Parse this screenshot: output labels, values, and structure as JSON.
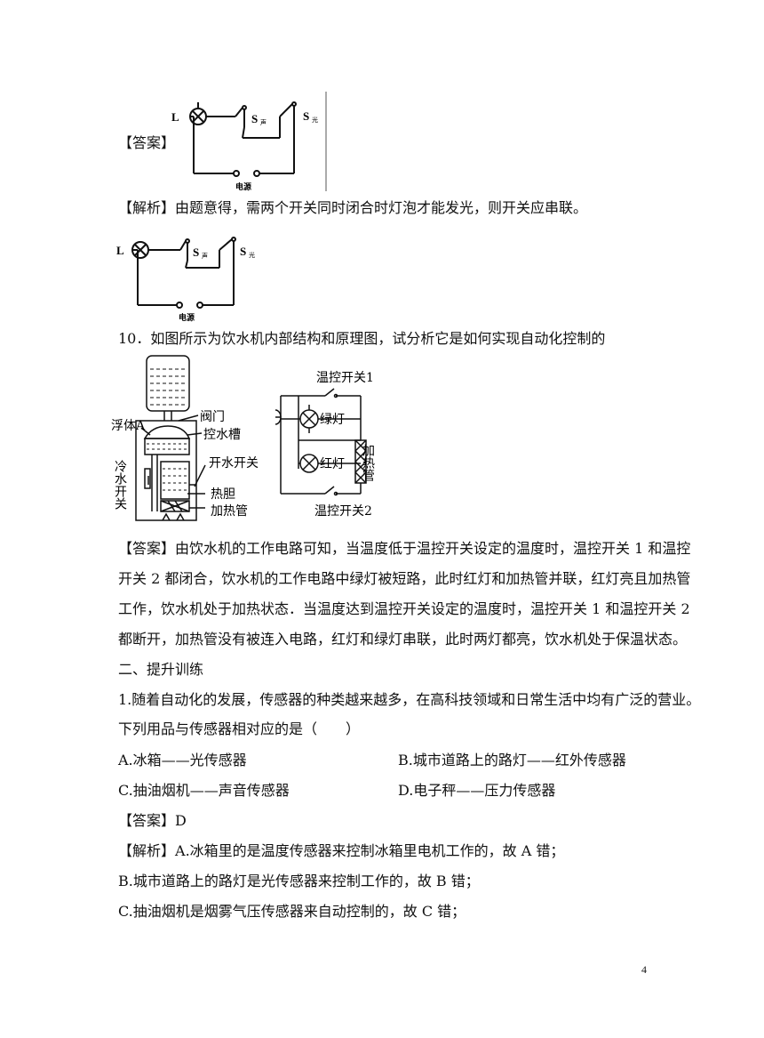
{
  "q9": {
    "answer_label": "【答案】",
    "analysis_label": "【解析】",
    "analysis_text": "由题意得，需两个开关同时闭合时灯泡才能发光，则开关应串联。",
    "circuit": {
      "lamp": "L",
      "s_sound": "S",
      "s_sound_sub": "声",
      "s_light": "S",
      "s_light_sub": "光",
      "source": "电源"
    }
  },
  "q10": {
    "number": "10",
    "question": "．如图所示为饮水机内部结构和原理图，试分析它是如何实现自动化控制的",
    "structure": {
      "float_a": "浮体A",
      "valve": "阀门",
      "tank": "控水槽",
      "cold_switch": "冷水开关",
      "hot_switch": "开水开关",
      "hot_tank": "热胆",
      "heater": "加热管"
    },
    "principle": {
      "temp_switch_1": "温控开关1",
      "green": "绿灯",
      "red": "红灯",
      "heater": "加热管",
      "temp_switch_2": "温控开关2"
    },
    "answer_label": "【答案】",
    "answer_lines": [
      "由饮水机的工作电路可知，当温度低于温控开关设定的温度时，温控开关 1 和温控",
      "开关 2 都闭合，饮水机的工作电路中绿灯被短路，此时红灯和加热管并联，红灯亮且加热管",
      "工作，饮水机处于加热状态．当温度达到温控开关设定的温度时，温控开关 1 和温控开关 2",
      "都断开，加热管没有被连入电路，红灯和绿灯串联，此时两灯都亮，饮水机处于保温状态。"
    ]
  },
  "section2": {
    "heading": "二、提升训练"
  },
  "p1": {
    "stem_lines": [
      "1.随着自动化的发展，传感器的种类越来越多，在高科技领域和日常生活中均有广泛的营业。",
      "下列用品与传感器相对应的是（　　）"
    ],
    "options": {
      "A": "A.冰箱——光传感器",
      "B": "B.城市道路上的路灯——红外传感器",
      "C": "C.抽油烟机——声音传感器",
      "D": "D.电子秤——压力传感器"
    },
    "answer_label": "【答案】",
    "answer_value": "D",
    "analysis_label": "【解析】",
    "analysis_lines": [
      "A.冰箱里的是温度传感器来控制冰箱里电机工作的，故 A 错；",
      "B.城市道路上的路灯是光传感器来控制工作的，故  B 错；",
      "C.抽油烟机是烟雾气压传感器来自动控制的，故 C 错；"
    ]
  },
  "page_number": "4"
}
